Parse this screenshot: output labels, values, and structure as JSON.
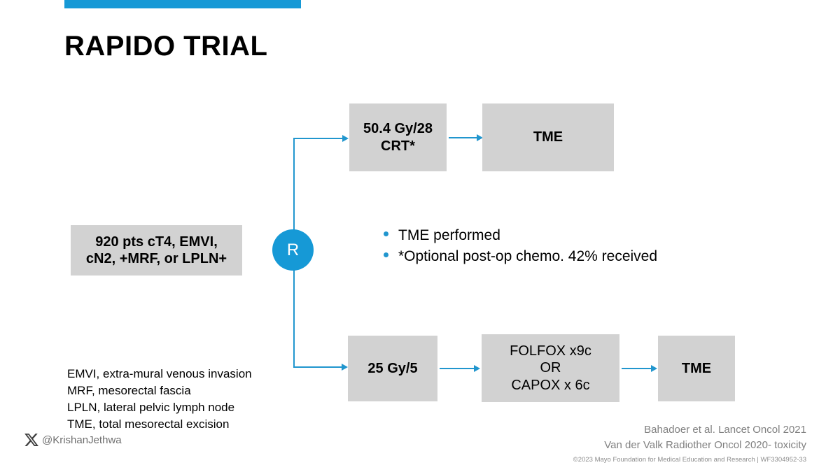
{
  "slide": {
    "title": "RAPIDO TRIAL",
    "accent_color": "#1699D6",
    "box_fill_color": "#D2D2D2",
    "connector_color": "#2196CE"
  },
  "flow": {
    "population_box": {
      "line1": "920 pts cT4, EMVI,",
      "line2": "cN2, +MRF, or LPLN+"
    },
    "randomization": {
      "label": "R"
    },
    "arm_experimental": {
      "treatment_box": {
        "line1": "25 Gy/5"
      },
      "chemo_box": {
        "line1": "FOLFOX x9c",
        "line2": "OR",
        "line3": "CAPOX x 6c"
      },
      "surgery_box": {
        "line1": "TME"
      }
    },
    "arm_standard": {
      "treatment_box": {
        "line1": "50.4 Gy/28",
        "line2": "CRT*"
      },
      "surgery_box": {
        "line1": "TME"
      }
    }
  },
  "notes": {
    "bullets": [
      "TME performed",
      "*Optional post-op chemo. 42% received"
    ]
  },
  "abbreviations": [
    "EMVI, extra-mural venous invasion",
    "MRF, mesorectal fascia",
    "LPLN, lateral pelvic lymph node",
    "TME, total mesorectal excision"
  ],
  "social": {
    "icon": "x-logo-icon",
    "handle": "@KrishanJethwa"
  },
  "citations": [
    "Bahadoer et al. Lancet Oncol 2021",
    "Van der Valk Radiother Oncol 2020- toxicity"
  ],
  "copyright": "©2023 Mayo Foundation for Medical Education and Research  |  WF3304952-33"
}
